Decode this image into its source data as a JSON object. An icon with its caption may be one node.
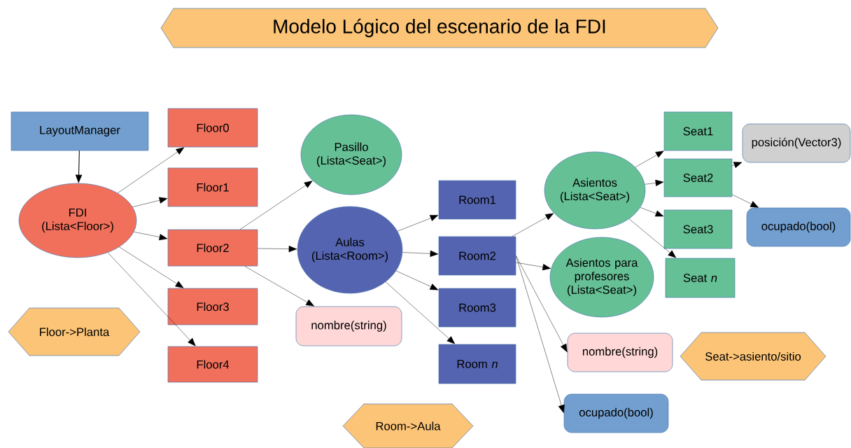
{
  "diagram": {
    "title": "Modelo Lógico del escenario de la FDI",
    "nodes": [
      {
        "text": [
          "LayoutManager"
        ]
      },
      {
        "text": [
          "FDI",
          "(Lista<Floor>)"
        ]
      },
      {
        "text": [
          "Floor0"
        ]
      },
      {
        "text": [
          "Floor1"
        ]
      },
      {
        "text": [
          "Floor2"
        ]
      },
      {
        "text": [
          "Floor3"
        ]
      },
      {
        "text": [
          "Floor4"
        ]
      },
      {
        "text": [
          "Floor->Planta"
        ]
      },
      {
        "text": [
          "Pasillo",
          "(Lista<Seat>)"
        ]
      },
      {
        "text": [
          "Aulas",
          "(Lista<Room>)"
        ]
      },
      {
        "text": [
          "nombre(string)"
        ]
      },
      {
        "text": [
          "Room1"
        ]
      },
      {
        "text": [
          "Room2"
        ]
      },
      {
        "text": [
          "Room3"
        ]
      },
      {
        "text": [
          "Room *n*"
        ]
      },
      {
        "text": [
          "Room->Aula"
        ]
      },
      {
        "text": [
          "Asientos",
          "(Lista<Seat>)"
        ]
      },
      {
        "text": [
          "Asientos para profesores",
          "(Lista<Seat>)"
        ]
      },
      {
        "text": [
          "nombre(string)"
        ]
      },
      {
        "text": [
          "ocupado(bool)"
        ]
      },
      {
        "text": [
          "Seat1"
        ]
      },
      {
        "text": [
          "Seat2"
        ]
      },
      {
        "text": [
          "Seat3"
        ]
      },
      {
        "text": [
          "Seat *n*"
        ]
      },
      {
        "text": [
          "posición(Vector3)"
        ]
      },
      {
        "text": [
          "ocupado(bool)"
        ]
      },
      {
        "text": [
          "Seat->asiento/sitio"
        ]
      }
    ],
    "edges": [
      {
        "from": 0,
        "to": 1,
        "arrow": "to"
      },
      {
        "from": 1,
        "to": 2,
        "arrow": "to"
      },
      {
        "from": 1,
        "to": 3,
        "arrow": "to"
      },
      {
        "from": 1,
        "to": 4,
        "arrow": "to"
      },
      {
        "from": 1,
        "to": 5,
        "arrow": "to"
      },
      {
        "from": 1,
        "to": 6,
        "arrow": "to"
      },
      {
        "from": 4,
        "to": 8,
        "arrow": "to"
      },
      {
        "from": 4,
        "to": 9,
        "arrow": "to"
      },
      {
        "from": 4,
        "to": 10,
        "arrow": "to"
      },
      {
        "from": 9,
        "to": 11,
        "arrow": "to"
      },
      {
        "from": 9,
        "to": 12,
        "arrow": "to"
      },
      {
        "from": 9,
        "to": 13,
        "arrow": "to"
      },
      {
        "from": 9,
        "to": 14,
        "arrow": "to"
      },
      {
        "from": 12,
        "to": 16,
        "arrow": "to"
      },
      {
        "from": 12,
        "to": 17,
        "arrow": "to"
      },
      {
        "from": 12,
        "to": 18,
        "arrow": "to"
      },
      {
        "from": 12,
        "to": 19,
        "arrow": "to"
      },
      {
        "from": 16,
        "to": 20,
        "arrow": "to"
      },
      {
        "from": 16,
        "to": 21,
        "arrow": "to"
      },
      {
        "from": 16,
        "to": 22,
        "arrow": "to"
      },
      {
        "from": 16,
        "to": 23,
        "arrow": "to"
      },
      {
        "from": 21,
        "to": 24,
        "arrow": "to"
      },
      {
        "from": 21,
        "to": 25,
        "arrow": "to"
      }
    ]
  }
}
